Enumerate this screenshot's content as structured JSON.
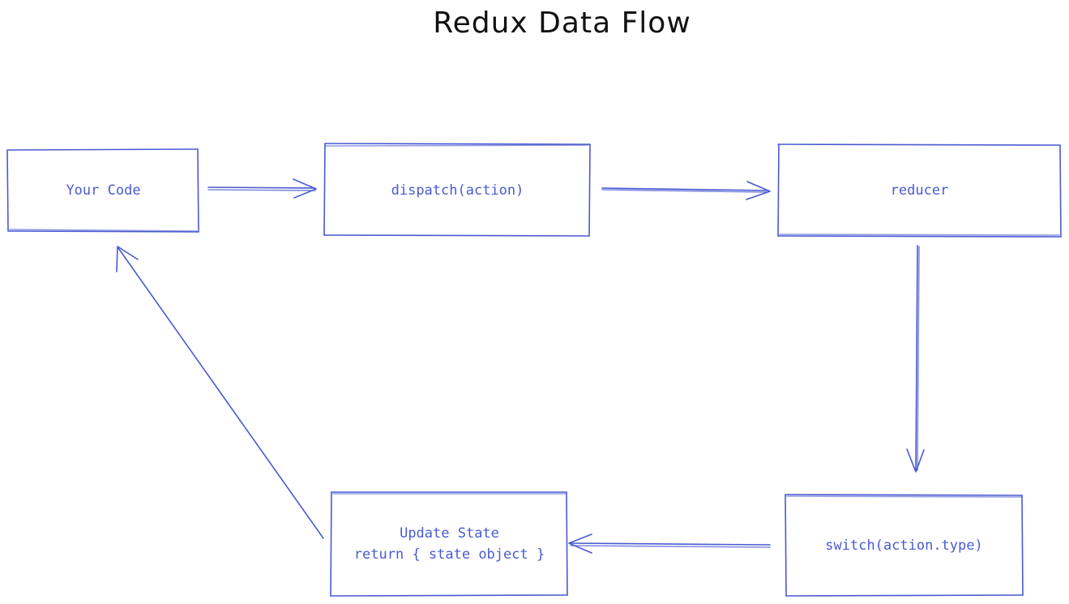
{
  "diagram": {
    "title": "Redux Data Flow",
    "stroke_color": "#4a5ad1",
    "title_color": "#111111",
    "nodes": [
      {
        "id": "your-code",
        "label": "Your  Code"
      },
      {
        "id": "dispatch",
        "label": "dispatch(action)"
      },
      {
        "id": "reducer",
        "label": "reducer"
      },
      {
        "id": "switch",
        "label": "switch(action.type)"
      },
      {
        "id": "update-state",
        "label": "Update State\nreturn { state object }"
      }
    ],
    "edges": [
      {
        "from": "your-code",
        "to": "dispatch"
      },
      {
        "from": "dispatch",
        "to": "reducer"
      },
      {
        "from": "reducer",
        "to": "switch"
      },
      {
        "from": "switch",
        "to": "update-state"
      },
      {
        "from": "update-state",
        "to": "your-code"
      }
    ]
  }
}
